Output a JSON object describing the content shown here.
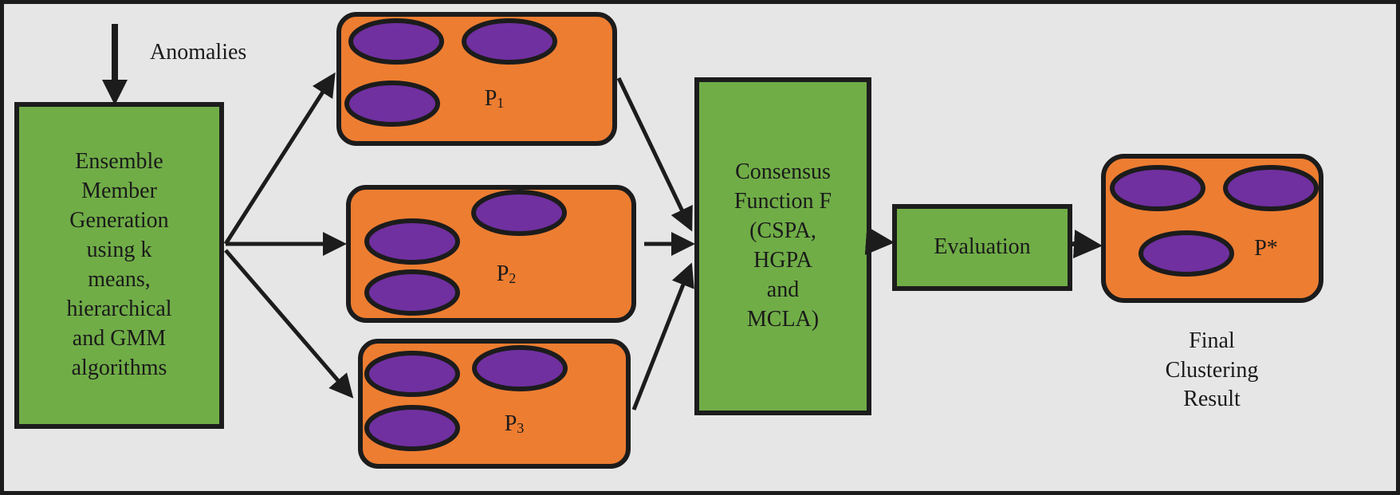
{
  "colors": {
    "green": "#70ad47",
    "orange": "#ed7d31",
    "purple": "#7030a0",
    "stroke": "#1c1c1c",
    "background": "#e6e6e6"
  },
  "input": {
    "label": "Anomalies"
  },
  "generation": {
    "text": "Ensemble\nMember\nGeneration\nusing k\nmeans,\nhierarchical\nand GMM\nalgorithms"
  },
  "partitions": [
    {
      "main": "P",
      "sub": "1",
      "clusters": 3
    },
    {
      "main": "P",
      "sub": "2",
      "clusters": 3
    },
    {
      "main": "P",
      "sub": "3",
      "clusters": 3
    }
  ],
  "consensus": {
    "text": "Consensus\nFunction F\n(CSPA,\nHGPA\nand\nMCLA)"
  },
  "evaluation": {
    "text": "Evaluation"
  },
  "final": {
    "label": "P*",
    "clusters": 3,
    "caption": "Final\nClustering\nResult"
  }
}
